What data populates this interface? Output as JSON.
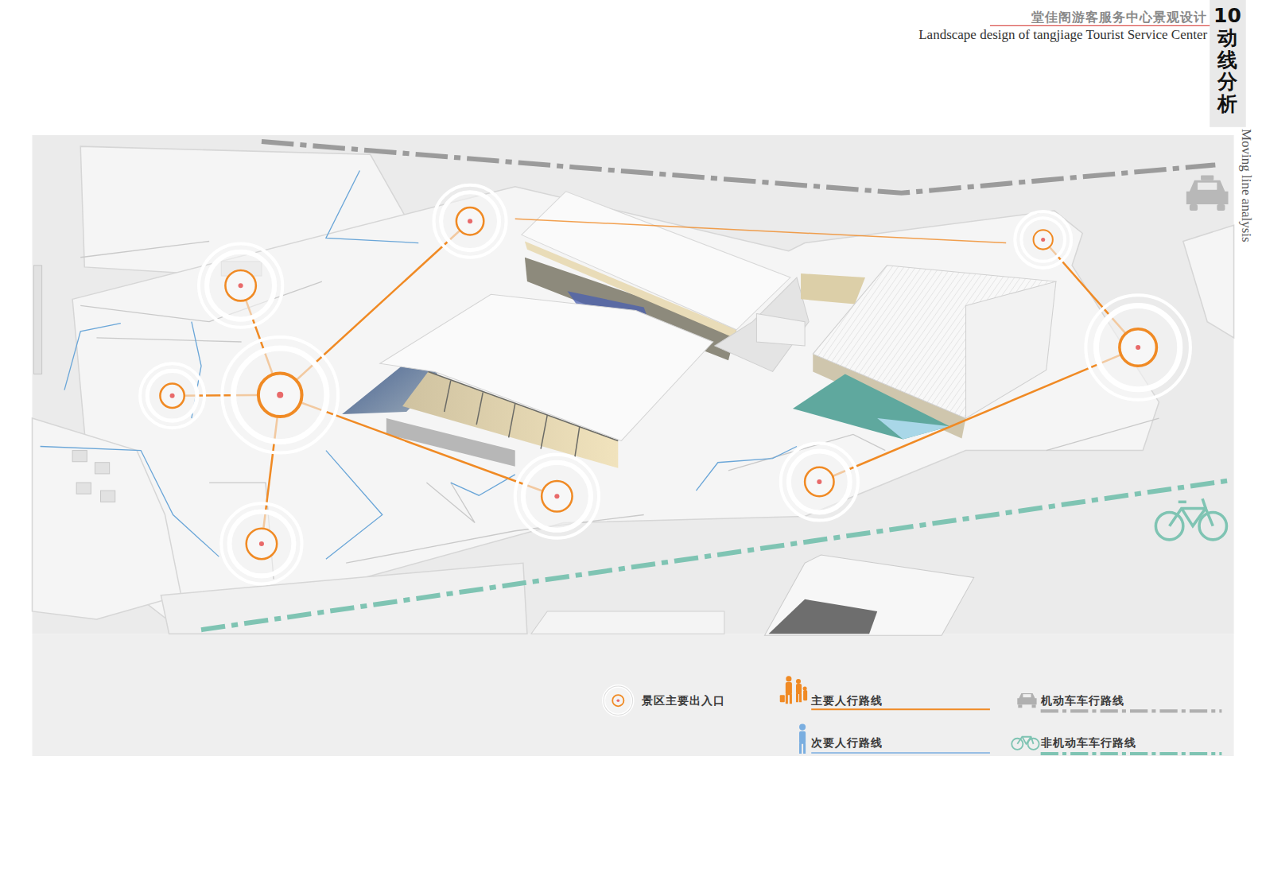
{
  "diagram": {
    "title": "堂佳阁游客服务中心景观设计",
    "labels": [
      "Landscape design of tangjiage Tourist Service Center",
      "10",
      "动线分析",
      "Moving line analysis"
    ],
    "legend": [
      {
        "text": "景区主要出入口"
      },
      {
        "text": "主要人行路线"
      },
      {
        "text": "次要人行路线"
      },
      {
        "text": "机动车车行路线"
      },
      {
        "text": "非机动车车行路线"
      }
    ]
  }
}
